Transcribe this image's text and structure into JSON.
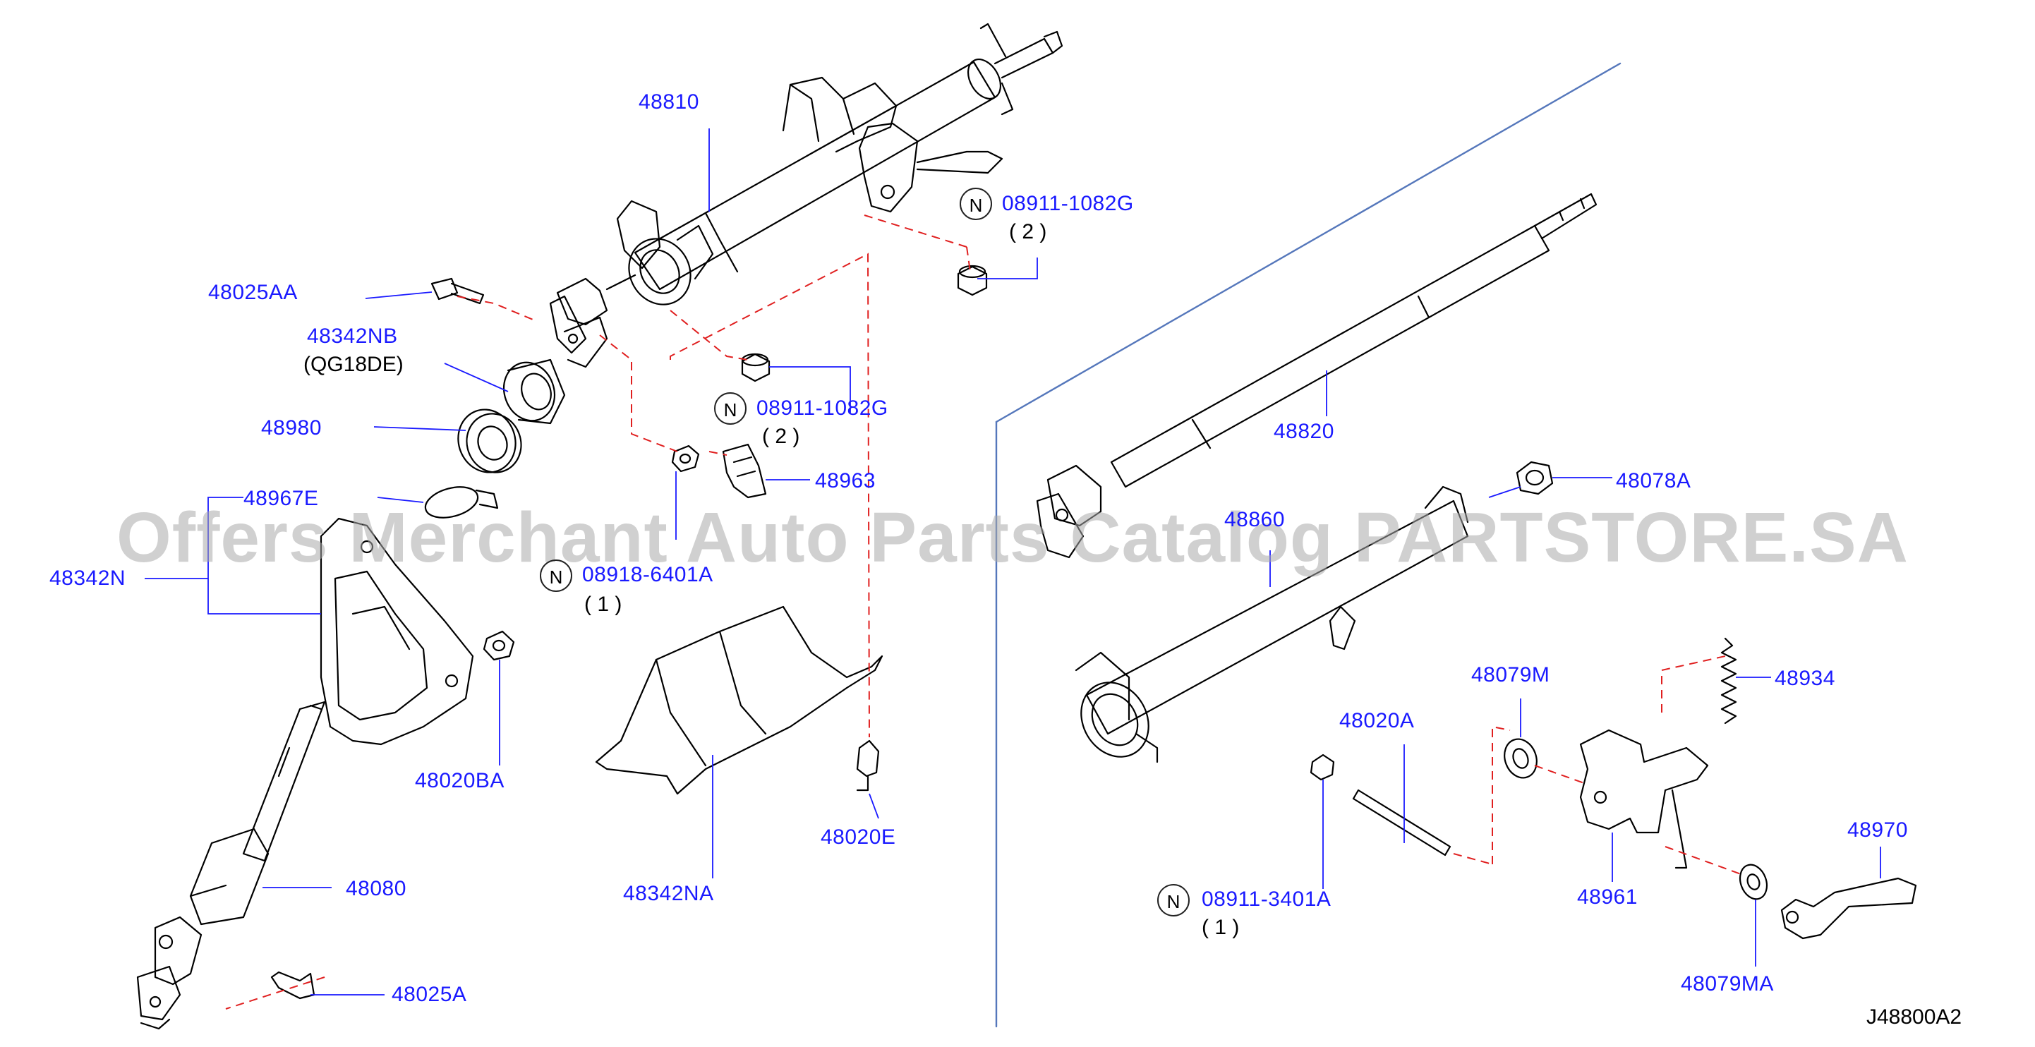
{
  "colors": {
    "label": "#1a1aff",
    "leader": "#1a1aff",
    "dash": "#e02020",
    "line": "#000000",
    "border": "#5577bb"
  },
  "labels": {
    "p48810": "48810",
    "p48025AA": "48025AA",
    "p48342NB": "48342NB",
    "qg18de": "(QG18DE)",
    "p48980": "48980",
    "p48967E": "48967E",
    "p48342N": "48342N",
    "p48020BA": "48020BA",
    "p48080": "48080",
    "p48025A": "48025A",
    "p48963": "48963",
    "p48342NA": "48342NA",
    "p48020E": "48020E",
    "n1": "08911-1082G",
    "n1q": "( 2 )",
    "n2": "08911-1082G",
    "n2q": "( 2 )",
    "n3": "08918-6401A",
    "n3q": "( 1 )",
    "p48820": "48820",
    "p48078A": "48078A",
    "p48860": "48860",
    "p48079M": "48079M",
    "p48934": "48934",
    "p48020A": "48020A",
    "p48961": "48961",
    "p48970": "48970",
    "p48079MA": "48079MA",
    "n4": "08911-3401A",
    "n4q": "( 1 )",
    "nmark": "N",
    "code": "J48800A2",
    "watermark": "Offers Merchant Auto Parts Catalog PARTSTORE.SA"
  }
}
